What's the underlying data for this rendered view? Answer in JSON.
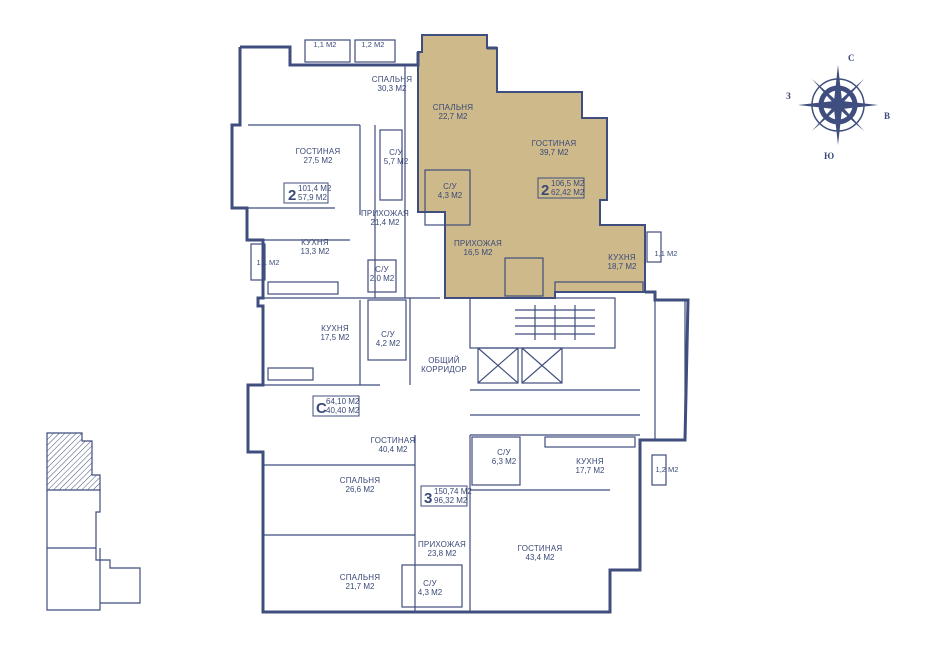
{
  "rooms": [
    {
      "id": "spalnya-1",
      "name": "СПАЛЬНЯ",
      "area": "30,3 М2"
    },
    {
      "id": "spalnya-2",
      "name": "СПАЛЬНЯ",
      "area": "22,7 М2"
    },
    {
      "id": "gostinaya-1",
      "name": "ГОСТИНАЯ",
      "area": "27,5 М2"
    },
    {
      "id": "gostinaya-2",
      "name": "ГОСТИНАЯ",
      "area": "39,7 М2"
    },
    {
      "id": "su-1",
      "name": "С/У",
      "area": "5,7 М2"
    },
    {
      "id": "su-2",
      "name": "С/У",
      "area": "4,3 М2"
    },
    {
      "id": "prihozhaya-1",
      "name": "ПРИХОЖАЯ",
      "area": "21,4 М2"
    },
    {
      "id": "prihozhaya-2",
      "name": "ПРИХОЖАЯ",
      "area": "16,5 М2"
    },
    {
      "id": "kuhnya-1",
      "name": "КУХНЯ",
      "area": "13,3 М2"
    },
    {
      "id": "kuhnya-2",
      "name": "КУХНЯ",
      "area": "18,7 М2"
    },
    {
      "id": "su-3",
      "name": "С/У",
      "area": "2,0 М2"
    },
    {
      "id": "kuhnya-3",
      "name": "КУХНЯ",
      "area": "17,5 М2"
    },
    {
      "id": "su-4",
      "name": "С/У",
      "area": "4,2 М2"
    },
    {
      "id": "corridor",
      "name": "ОБЩИЙ КОРРИДОР",
      "area": ""
    },
    {
      "id": "gostinaya-3",
      "name": "ГОСТИНАЯ",
      "area": "40,4 М2"
    },
    {
      "id": "su-5",
      "name": "С/У",
      "area": "6,3 М2"
    },
    {
      "id": "kuhnya-4",
      "name": "КУХНЯ",
      "area": "17,7 М2"
    },
    {
      "id": "spalnya-3",
      "name": "СПАЛЬНЯ",
      "area": "26,6 М2"
    },
    {
      "id": "prihozhaya-3",
      "name": "ПРИХОЖАЯ",
      "area": "23,8 М2"
    },
    {
      "id": "gostinaya-4",
      "name": "ГОСТИНАЯ",
      "area": "43,4 М2"
    },
    {
      "id": "spalnya-4",
      "name": "СПАЛЬНЯ",
      "area": "21,7 М2"
    },
    {
      "id": "su-6",
      "name": "С/У",
      "area": "4,3 М2"
    }
  ],
  "units": [
    {
      "id": "unit-2a",
      "rooms": "2",
      "total": "101,4 М2",
      "living": "57,9 М2"
    },
    {
      "id": "unit-2b",
      "rooms": "2",
      "total": "106,5 М2",
      "living": "62,42 М2"
    },
    {
      "id": "unit-c",
      "rooms": "С",
      "total": "64,10 М2",
      "living": "40,40 М2"
    },
    {
      "id": "unit-3",
      "rooms": "3",
      "total": "150,74 М2",
      "living": "96,32 М2"
    }
  ],
  "balconies": [
    "1,1 М2",
    "1,2 М2",
    "1,1 М2",
    "1,1 М2",
    "1,2 М2"
  ],
  "compass": {
    "n": "С",
    "s": "Ю",
    "e": "В",
    "w": "З"
  },
  "colors": {
    "line": "#3f4e7e",
    "highlight": "#cdb98a",
    "background": "#ffffff"
  },
  "icons": [
    "compass-rose-icon",
    "building-keyplan-icon"
  ]
}
